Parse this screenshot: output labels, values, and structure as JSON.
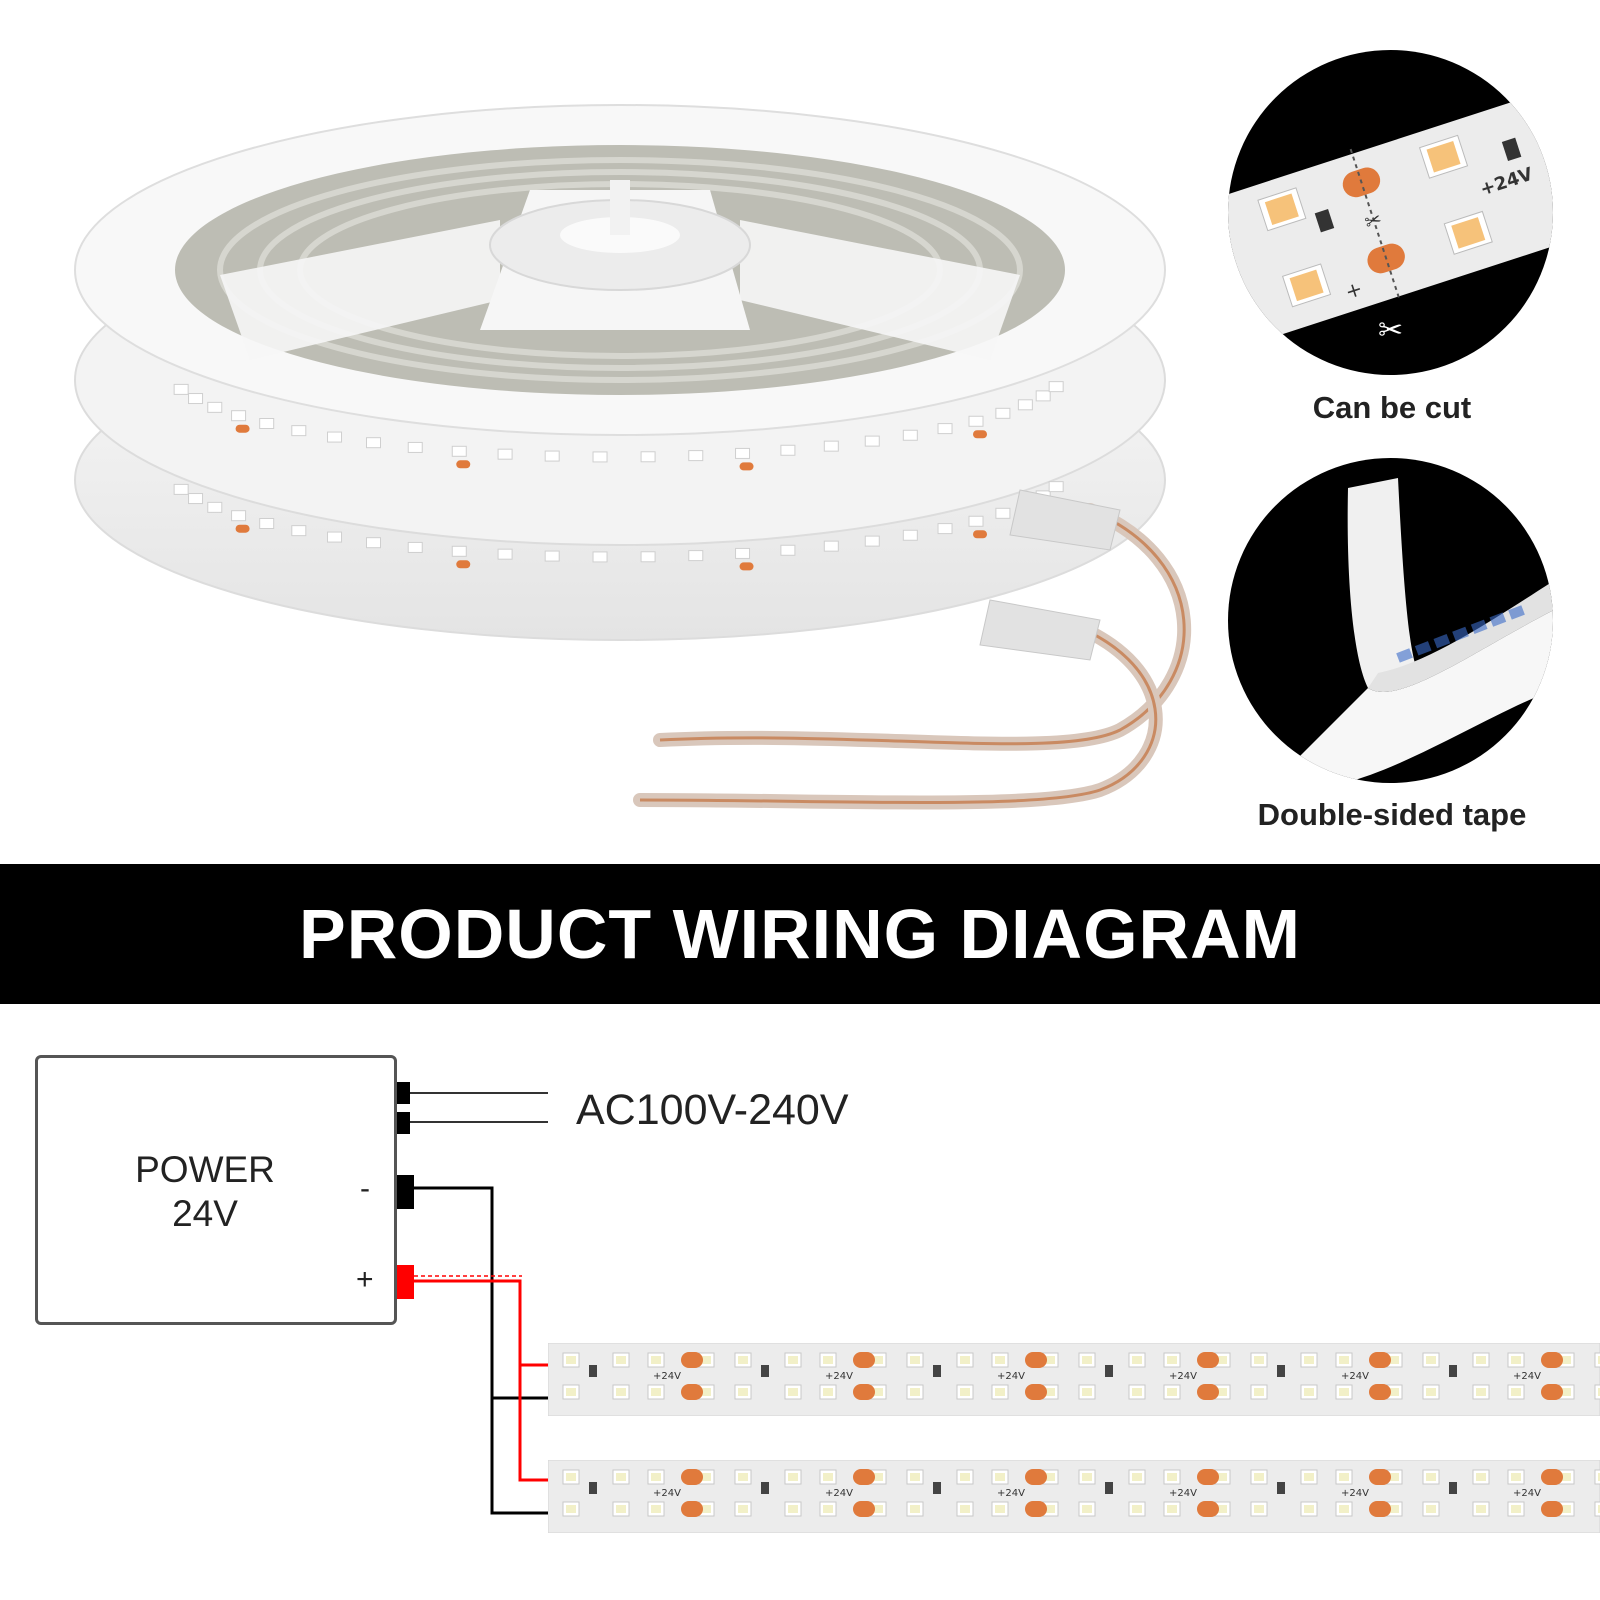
{
  "captions": {
    "cut": "Can be cut",
    "tape": "Double-sided tape"
  },
  "banner": {
    "title": "PRODUCT WIRING DIAGRAM"
  },
  "wiring": {
    "power_line1": "POWER",
    "power_line2": "24V",
    "ac_input": "AC100V-240V",
    "minus": "-",
    "plus": "+",
    "strip_voltage_label": "+24V"
  },
  "colors": {
    "banner_bg": "#000000",
    "positive_wire": "#ff0000",
    "negative_wire": "#000000",
    "strip_bg": "#ececec",
    "led_chip": "#ffffff",
    "copper_pad": "#e07a3c"
  }
}
